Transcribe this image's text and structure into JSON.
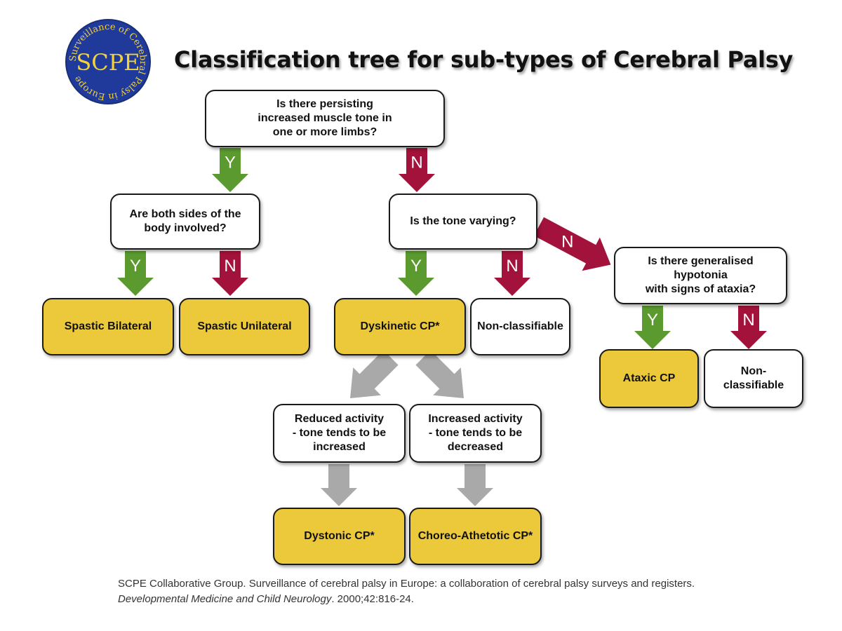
{
  "title": "Classification tree for sub-types of Cerebral Palsy",
  "logo": {
    "ring_text": "Surveillance of Cerebral Palsy in Europe",
    "center_text": "SCPE",
    "colors": {
      "fill": "#1f3a9a",
      "text": "#f2d13b"
    }
  },
  "colors": {
    "yes_arrow": "#5a9a2e",
    "no_arrow": "#a3123a",
    "neutral_arrow": "#a9a9a9",
    "outcome_fill": "#ecc93a"
  },
  "nodes": {
    "q_tone": "Is there persisting\nincreased muscle tone in\none or more limbs?",
    "q_sides": "Are both sides of the\nbody involved?",
    "q_varying": "Is the tone varying?",
    "q_hypotonia": "Is there generalised hypotonia\nwith signs of ataxia?",
    "spastic_bilateral": "Spastic Bilateral",
    "spastic_unilateral": "Spastic Unilateral",
    "dyskinetic": "Dyskinetic CP*",
    "nonclass_1": "Non-classifiable",
    "ataxic": "Ataxic CP",
    "nonclass_2": "Non-classifiable",
    "reduced_activity": "Reduced activity\n- tone tends to be\nincreased",
    "increased_activity": "Increased activity\n- tone tends to be\ndecreased",
    "dystonic": "Dystonic CP*",
    "choreo": "Choreo-Athetotic CP*"
  },
  "arrow_labels": {
    "yes": "Y",
    "no": "N"
  },
  "citation": {
    "line1": "SCPE Collaborative Group. Surveillance of cerebral palsy in Europe: a collaboration of cerebral palsy surveys and registers.",
    "journal": "Developmental Medicine and Child Neurology",
    "rest": ". 2000;42:816-24."
  }
}
